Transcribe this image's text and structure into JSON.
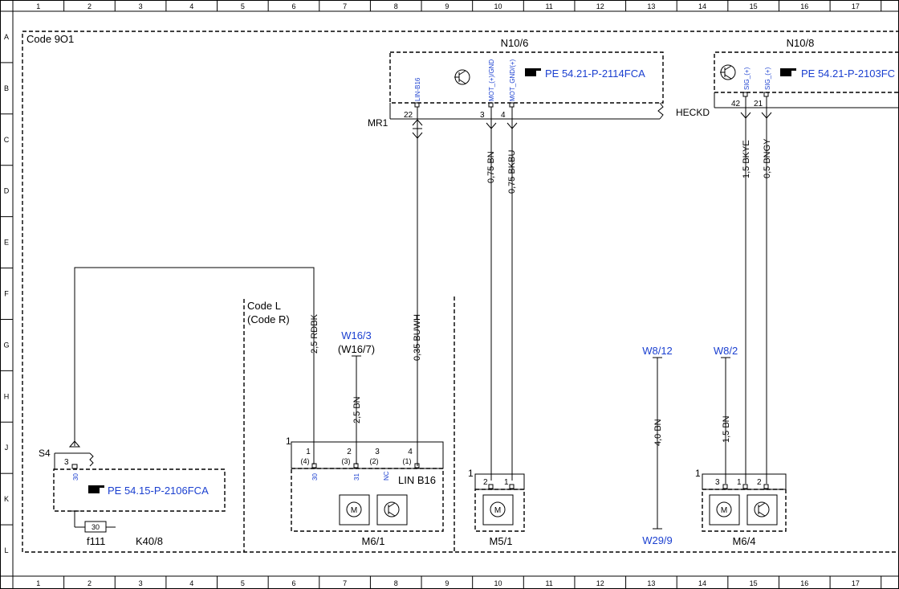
{
  "grid": {
    "columns": [
      "1",
      "2",
      "3",
      "4",
      "5",
      "6",
      "7",
      "8",
      "9",
      "10",
      "11",
      "12",
      "13",
      "14",
      "15",
      "16",
      "17"
    ],
    "rows": [
      "A",
      "B",
      "C",
      "D",
      "E",
      "F",
      "G",
      "H",
      "J",
      "K",
      "L"
    ]
  },
  "code_label": "Code 9O1",
  "n106": {
    "title": "N10/6",
    "ref": "PE 54.21-P-2114FCA",
    "pin_lin": "LIN-B16",
    "pin_mot_gnd": "MOT_(+)/GND",
    "pin_mot_plus": "MOT_GND/(+)",
    "connector": "MR1",
    "pin22": "22",
    "pin3": "3",
    "pin4": "4"
  },
  "n108": {
    "title": "N10/8",
    "ref": "PE 54.21-P-2103FC",
    "pin_sig1": "SIG_(+)",
    "pin_sig2": "SIG_(+)",
    "connector": "HECKD",
    "pin42": "42",
    "pin21": "21"
  },
  "wires": {
    "w_bn": "0,75 BN",
    "w_bkbu": "0,75 BKBU",
    "w_bkye": "1,5 BKYE",
    "w_bngy": "0,5 BNGY",
    "w_buwh": "0,35 BUWH",
    "w_rdbk": "2,5 RDBK",
    "w_25bn": "2,5 BN",
    "w_40bn": "4,0 BN",
    "w_15bn": "1,5 BN"
  },
  "code_l": {
    "line1": "Code L",
    "line2": "(Code R)"
  },
  "w163": {
    "line1": "W16/3",
    "line2": "(W16/7)"
  },
  "w812": "W8/12",
  "w82": "W8/2",
  "w299": "W29/9",
  "s4": "S4",
  "k408": {
    "ref": "PE 54.15-P-2106FCA",
    "pin3": "3",
    "pin30": "30",
    "fuse": "f111",
    "fuse_val": "30",
    "name": "K40/8"
  },
  "m61": {
    "conn_num": "1",
    "pins": [
      "1",
      "2",
      "3",
      "4"
    ],
    "alt_pins": [
      "(4)",
      "(3)",
      "(2)",
      "(1)"
    ],
    "lbl_30": "30",
    "lbl_31": "31",
    "lbl_nc": "NC",
    "lin": "LIN B16",
    "name": "M6/1"
  },
  "m51": {
    "conn_num": "1",
    "pin2": "2",
    "pin1": "1",
    "name": "M5/1"
  },
  "m64": {
    "conn_num": "1",
    "pin3": "3",
    "pin1": "1",
    "pin2": "2",
    "name": "M6/4"
  },
  "colors": {
    "link_blue": "#1a3fd0"
  }
}
